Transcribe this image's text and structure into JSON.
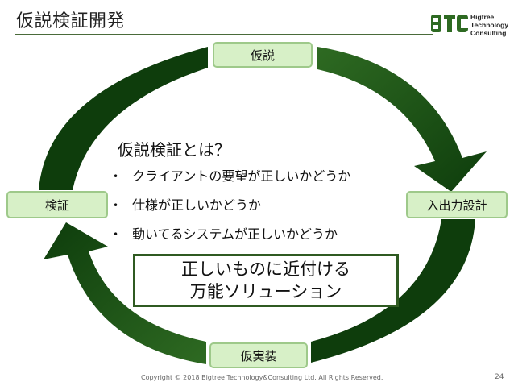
{
  "slide": {
    "title": "仮説検証開発",
    "logo": {
      "mark_text": "BTC",
      "name_lines": [
        "Bigtree",
        "Technology",
        "Consulting"
      ]
    }
  },
  "cycle": {
    "nodes": {
      "top": "仮説",
      "right": "入出力設計",
      "bottom": "仮実装",
      "left": "検証"
    },
    "colors": {
      "arrow_dark": "#0e3d0c",
      "arrow_light": "#2e6a22",
      "node_fill": "#d7f0c7",
      "node_border": "#9ec98a"
    }
  },
  "content": {
    "heading": "仮説検証とは？",
    "bullets": [
      "クライアントの要望が正しいかどうか",
      "仕様が正しいかどうか",
      "動いてるシステムが正しいかどうか"
    ],
    "bullet_symbol": "•",
    "callout": {
      "line1": "正しいものに近付ける",
      "line2": "万能ソリューション"
    }
  },
  "footer": {
    "copyright": "Copyright © 2018 Bigtree Technology&Consulting Ltd. All Rights Reserved.",
    "page_number": "24"
  }
}
